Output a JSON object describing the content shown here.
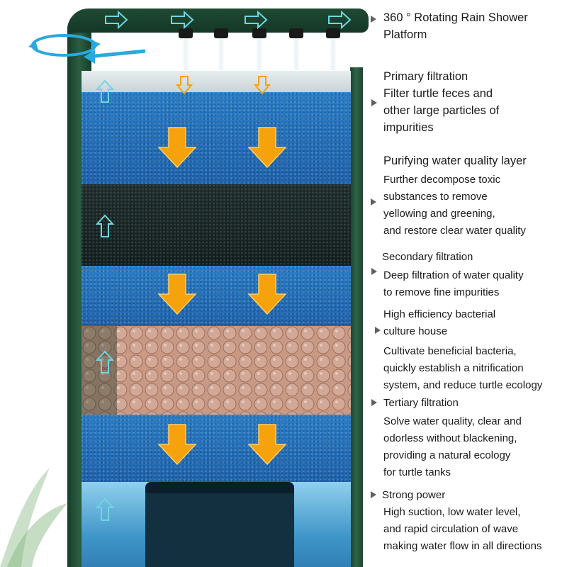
{
  "labels": {
    "rain_shower": [
      "360 ° Rotating Rain Shower",
      "Platform"
    ],
    "primary": [
      "Primary filtration",
      "Filter turtle feces and",
      "other large particles of",
      "impurities"
    ],
    "purifying_title": "Purifying water quality layer",
    "purifying_body": [
      "Further decompose toxic",
      "substances to remove",
      "yellowing and greening,",
      "and restore clear water quality"
    ],
    "secondary_title": "Secondary filtration",
    "secondary_body": [
      "Deep filtration of water quality",
      "to remove fine impurities"
    ],
    "bacterial_title": [
      "High efficiency bacterial",
      "culture house"
    ],
    "bacterial_body": [
      "Cultivate beneficial bacteria,",
      "quickly establish a nitrification",
      "system, and reduce turtle ecology"
    ],
    "tertiary_title": "Tertiary filtration",
    "tertiary_body": [
      "Solve water quality, clear and",
      "odorless without blackening,",
      "providing a natural ecology",
      "for turtle tanks"
    ],
    "power_title": "Strong power",
    "power_body": [
      "High suction, low water level,",
      "and rapid circulation of wave",
      "making water flow in all directions"
    ]
  },
  "colors": {
    "frame": "#1f4a33",
    "sponge": "#2573bd",
    "carbon": "#172222",
    "ceramic": "#c89a86",
    "arrow": "#f5a20d",
    "flow_arrow": "#6fd6e0",
    "water": "#5fb2dc",
    "text": "#1b1b1b",
    "marker": "#606060"
  },
  "icons": {
    "flow": "outline-arrow-icon",
    "down": "orange-down-arrow-icon",
    "rotate": "rotation-arrows-icon",
    "marker": "triangle-marker-icon"
  }
}
